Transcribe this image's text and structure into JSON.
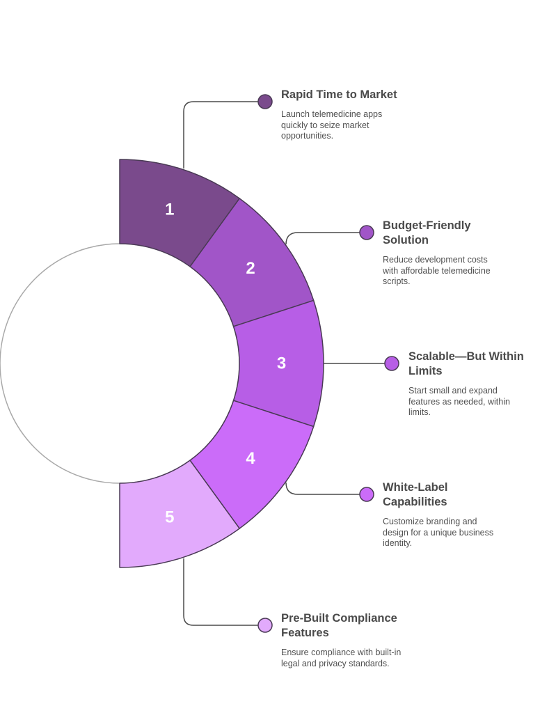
{
  "items": [
    {
      "number": "1",
      "title": "Rapid Time to Market",
      "description": "Launch telemedicine apps quickly to seize market opportunities.",
      "color": "#7a4a8c",
      "dot_color": "#7a4a8c"
    },
    {
      "number": "2",
      "title": "Budget-Friendly Solution",
      "description": "Reduce development costs with affordable telemedicine scripts.",
      "color": "#a155c8",
      "dot_color": "#a155c8"
    },
    {
      "number": "3",
      "title": "Scalable—But Within Limits",
      "description": "Start small and expand features as needed, within limits.",
      "color": "#b75ee6",
      "dot_color": "#b75ee6"
    },
    {
      "number": "4",
      "title": "White-Label Capabilities",
      "description": "Customize branding and design for a unique business identity.",
      "color": "#cb6cf9",
      "dot_color": "#cb6cf9"
    },
    {
      "number": "5",
      "title": "Pre-Built Compliance Features",
      "description": "Ensure compliance with built-in legal and privacy standards.",
      "color": "#e2aafc",
      "dot_color": "#e2aafc"
    }
  ],
  "colors": {
    "outline": "#4a3a55",
    "connector": "#4a4a4a",
    "inner_circle_stroke": "#a8a8a8"
  }
}
